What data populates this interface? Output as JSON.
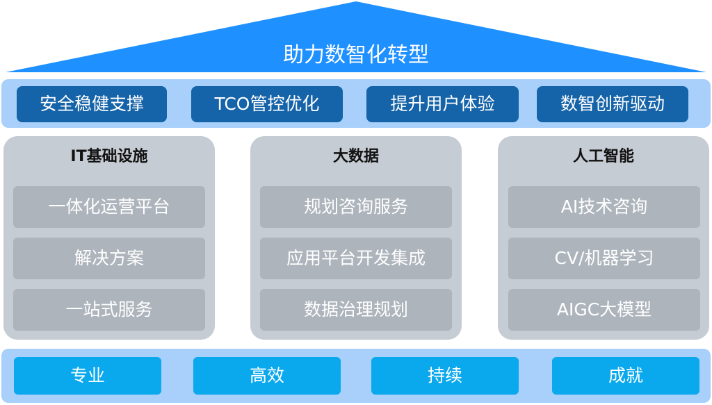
{
  "roof": {
    "title": "助力数智化转型",
    "color": "#1e90ff"
  },
  "goals": [
    "安全稳健支撑",
    "TCO管控优化",
    "提升用户体验",
    "数智创新驱动"
  ],
  "columns": [
    {
      "title": "IT基础设施",
      "items": [
        "一体化运营平台",
        "解决方案",
        "一站式服务"
      ]
    },
    {
      "title": "大数据",
      "items": [
        "规划咨询服务",
        "应用平台开发集成",
        "数据治理规划"
      ]
    },
    {
      "title": "人工智能",
      "items": [
        "AI技术咨询",
        "CV/机器学习",
        "AIGC大模型"
      ]
    }
  ],
  "values": [
    "专业",
    "高效",
    "持续",
    "成就"
  ],
  "colors": {
    "goal_pill": "#1563a8",
    "band": "#a8d0fb",
    "column_bg": "#c6ccd3",
    "item_bg": "#adb4bc",
    "value_pill": "#0aa8ec"
  }
}
